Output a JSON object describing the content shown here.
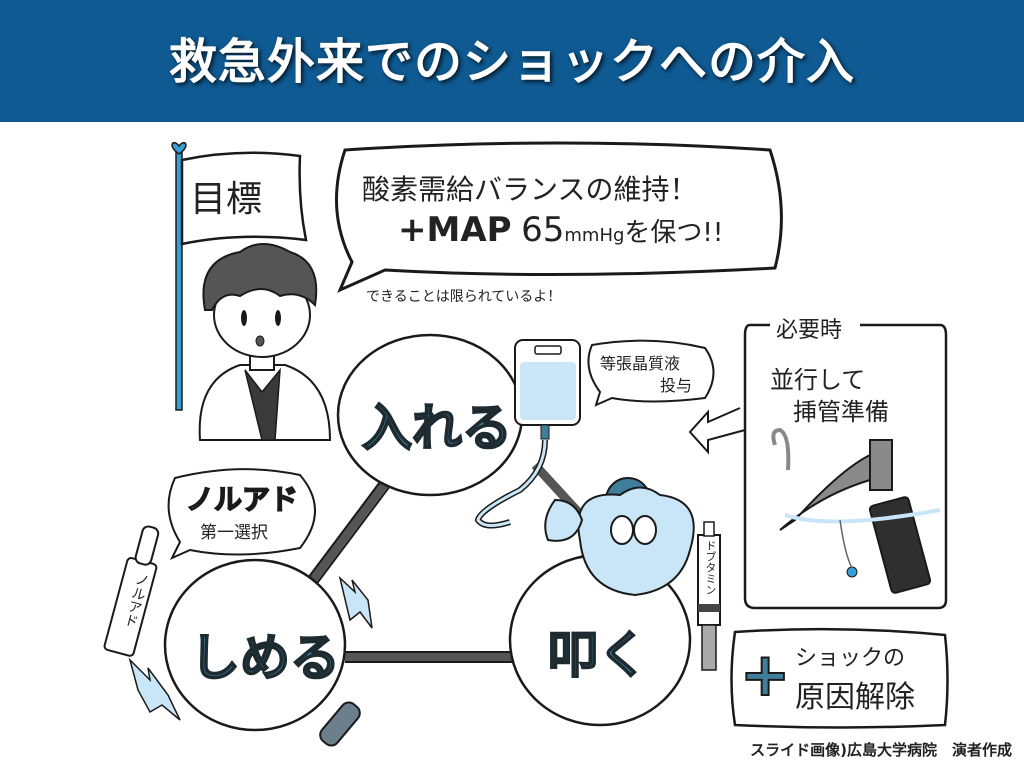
{
  "slide": {
    "title": "救急外来でのショックへの介入",
    "header_color": "#0f5a92",
    "accent_color": "#3f7f9c",
    "light_blue": "#c8e6f7"
  },
  "goal": {
    "flag_label": "目標",
    "speech_line1": "酸素需給バランスの維持！",
    "speech_line2_prefix": "+MAP",
    "speech_line2_value": "65",
    "speech_line2_unit": "mmHg",
    "speech_line2_suffix": "を保つ!!",
    "aside": "できることは限られているよ！"
  },
  "interventions": {
    "fill": {
      "label": "入れる",
      "note_line1": "等張晶質液",
      "note_line2": "投与"
    },
    "constrict": {
      "label": "しめる",
      "note_title": "ノルアド",
      "note_sub": "第一選択",
      "ampule_label": "ノルアド"
    },
    "beat": {
      "label": "叩く",
      "syringe_label": "ドブタミン"
    }
  },
  "when_needed": {
    "header": "必要時",
    "line1": "並行して",
    "line2": "挿管準備"
  },
  "plus_box": {
    "symbol": "+",
    "line1": "ショックの",
    "line2": "原因解除"
  },
  "credit": "スライド画像)広島大学病院　演者作成"
}
